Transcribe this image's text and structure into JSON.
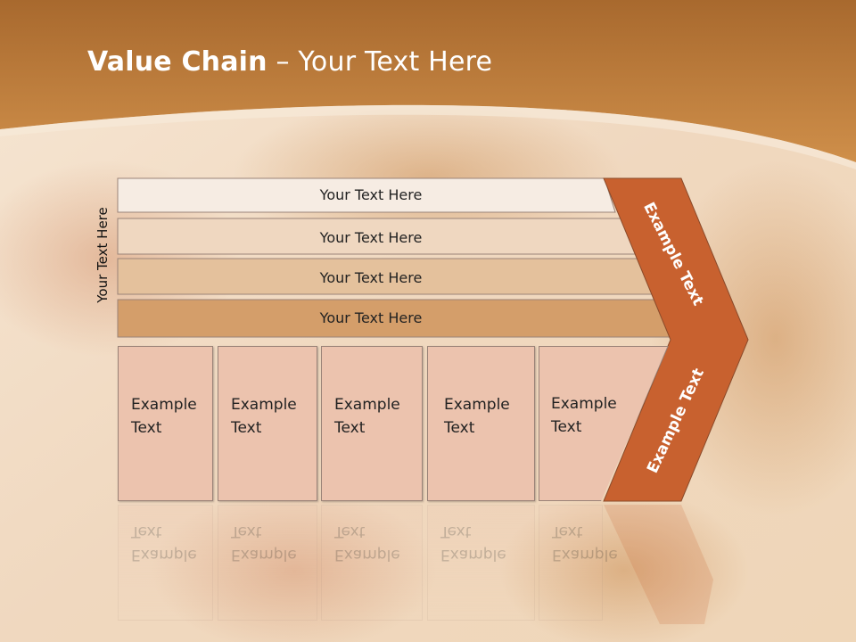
{
  "slide": {
    "title_bold": "Value Chain",
    "title_rest": " – Your Text Here",
    "side_label": "Your Text Here"
  },
  "bars": [
    {
      "label": "Your Text Here",
      "color": "#f6ece3"
    },
    {
      "label": "Your Text Here",
      "color": "#efd7c0"
    },
    {
      "label": "Your Text Here",
      "color": "#e4c19c"
    },
    {
      "label": "Your Text Here",
      "color": "#d49e6a"
    }
  ],
  "boxes": [
    {
      "line1": "Example",
      "line2": "Text"
    },
    {
      "line1": "Example",
      "line2": "Text"
    },
    {
      "line1": "Example",
      "line2": "Text"
    },
    {
      "line1": "Example",
      "line2": "Text"
    },
    {
      "line1": "Example",
      "line2": "Text"
    }
  ],
  "arrow": {
    "upper_label": "Example Text",
    "lower_label": "Example Text",
    "color": "#c8612f"
  }
}
